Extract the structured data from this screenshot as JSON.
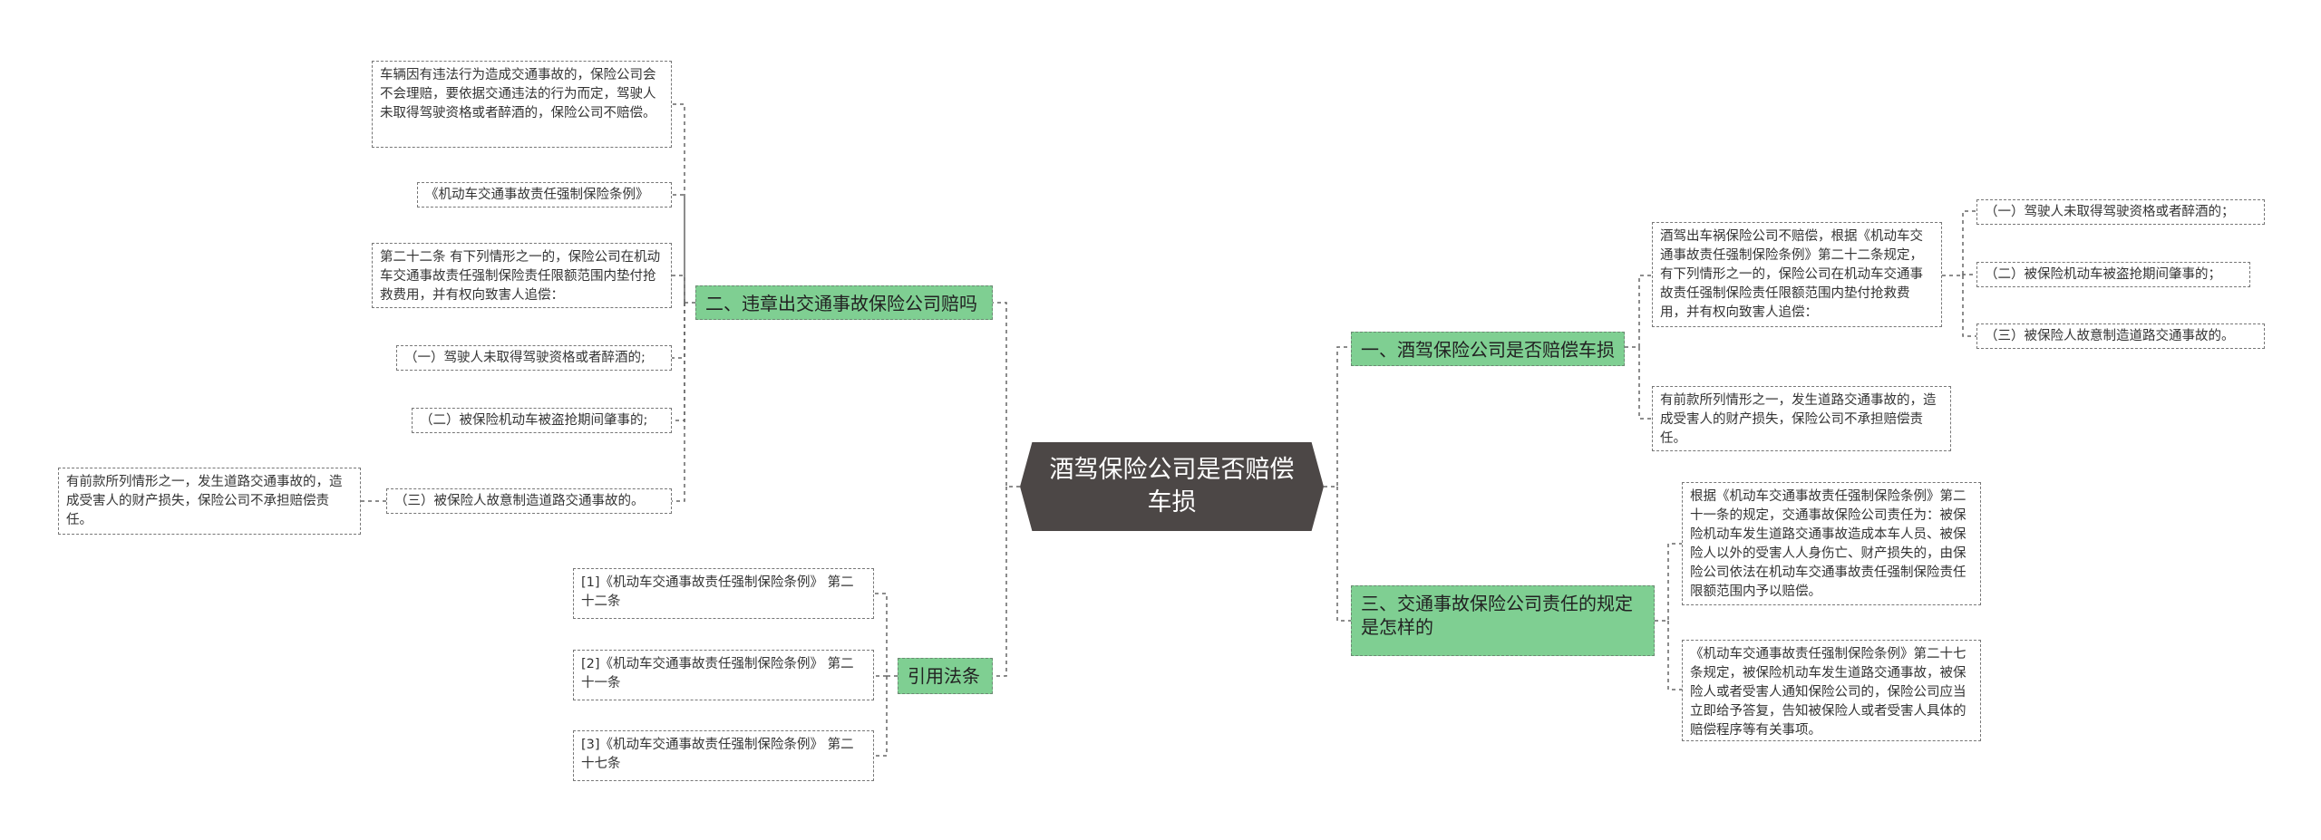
{
  "root": {
    "title": "酒驾保险公司是否赔偿车损"
  },
  "branches": {
    "b1": {
      "label": "一、酒驾保险公司是否赔偿车损",
      "text1": "酒驾出车祸保险公司不赔偿，根据《机动车交通事故责任强制保险条例》第二十二条规定，有下列情形之一的，保险公司在机动车交通事故责任强制保险责任限额范围内垫付抢救费用，并有权向致害人追偿：",
      "items": [
        "（一）驾驶人未取得驾驶资格或者醉酒的；",
        "（二）被保险机动车被盗抢期间肇事的；",
        "（三）被保险人故意制造道路交通事故的。"
      ],
      "text2": "有前款所列情形之一，发生道路交通事故的，造成受害人的财产损失，保险公司不承担赔偿责任。"
    },
    "b2": {
      "label": "二、违章出交通事故保险公司赔吗",
      "text1": "车辆因有违法行为造成交通事故的，保险公司会不会理赔，要依据交通违法的行为而定，驾驶人未取得驾驶资格或者醉酒的，保险公司不赔偿。",
      "law": "《机动车交通事故责任强制保险条例》",
      "text2": "第二十二条 有下列情形之一的，保险公司在机动车交通事故责任强制保险责任限额范围内垫付抢救费用，并有权向致害人追偿：",
      "items": [
        "（一）驾驶人未取得驾驶资格或者醉酒的;",
        "（二）被保险机动车被盗抢期间肇事的;",
        "（三）被保险人故意制造道路交通事故的。"
      ],
      "text3": "有前款所列情形之一，发生道路交通事故的，造成受害人的财产损失，保险公司不承担赔偿责任。"
    },
    "b3": {
      "label": "三、交通事故保险公司责任的规定是怎样的",
      "text1": "根据《机动车交通事故责任强制保险条例》第二十一条的规定，交通事故保险公司责任为：被保险机动车发生道路交通事故造成本车人员、被保险人以外的受害人人身伤亡、财产损失的，由保险公司依法在机动车交通事故责任强制保险责任限额范围内予以赔偿。",
      "text2": "《机动车交通事故责任强制保险条例》第二十七条规定，被保险机动车发生道路交通事故，被保险人或者受害人通知保险公司的，保险公司应当立即给予答复，告知被保险人或者受害人具体的赔偿程序等有关事项。"
    },
    "b4": {
      "label": "引用法条",
      "refs": [
        "[1]《机动车交通事故责任强制保险条例》 第二十二条",
        "[2]《机动车交通事故责任强制保险条例》 第二十一条",
        "[3]《机动车交通事故责任强制保险条例》 第二十七条"
      ]
    }
  }
}
